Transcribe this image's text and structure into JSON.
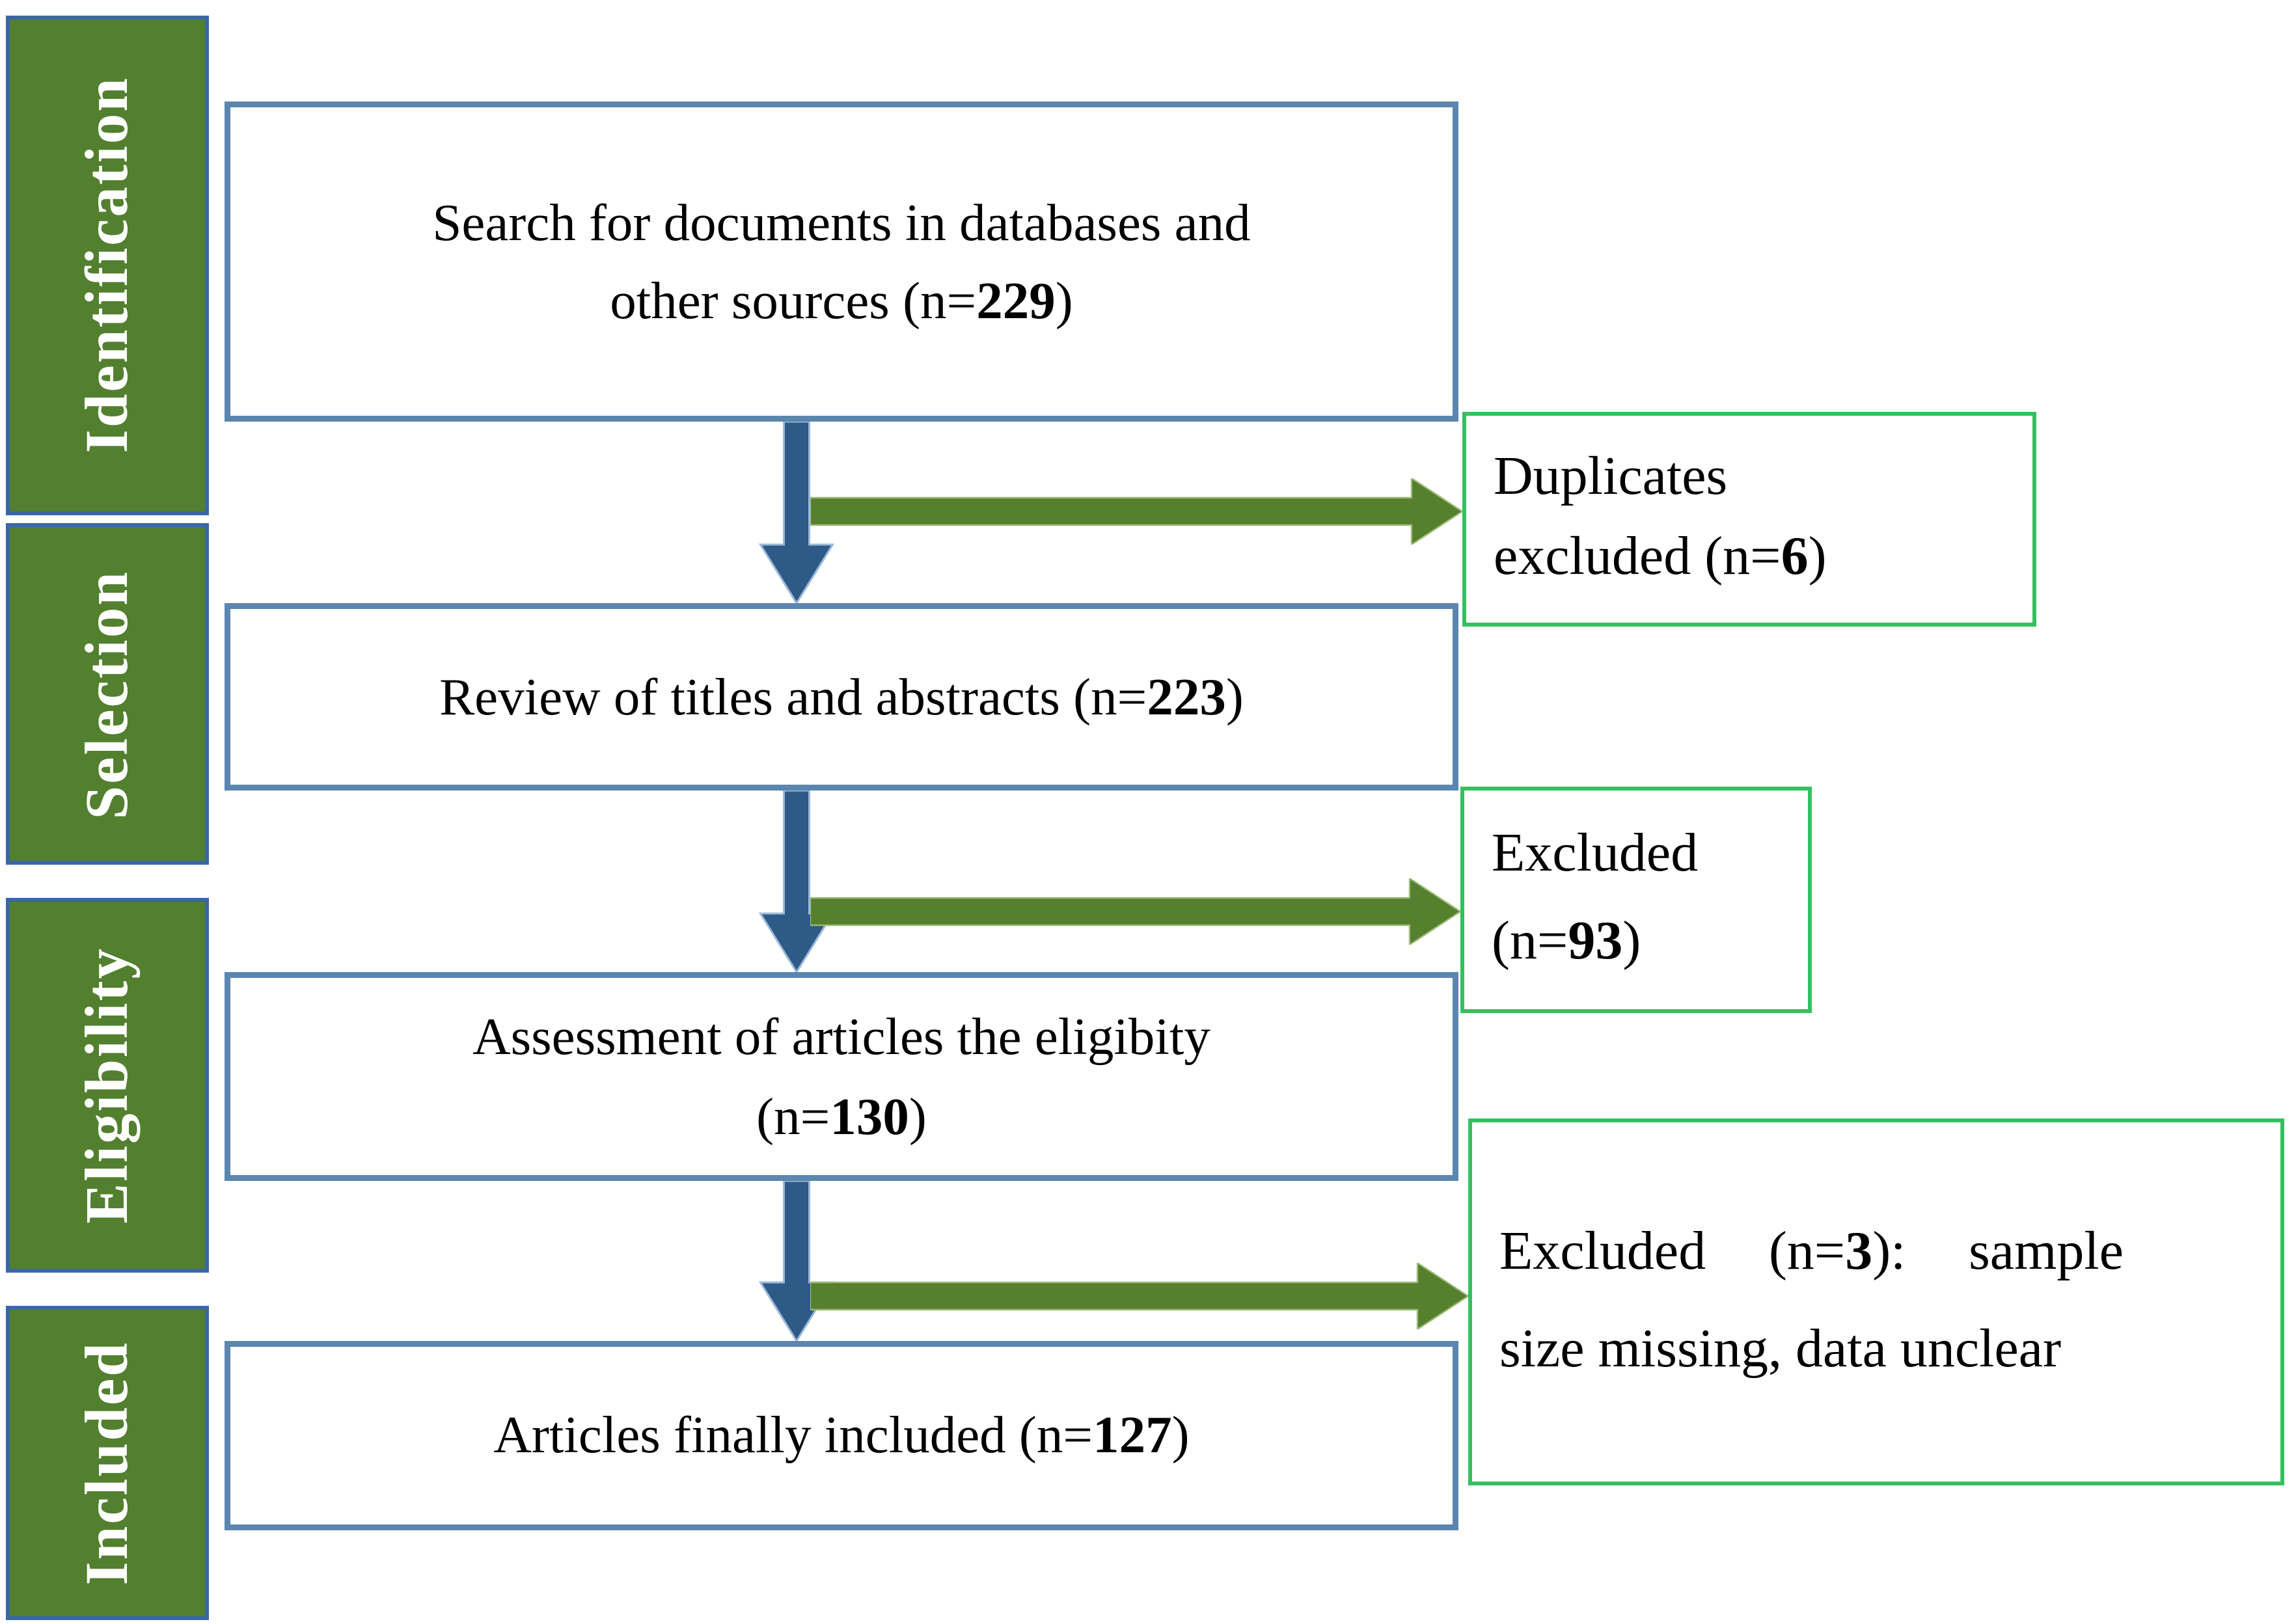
{
  "sidebar": {
    "stages": [
      {
        "label": "Identification"
      },
      {
        "label": "Selection"
      },
      {
        "label": "Eligibility"
      },
      {
        "label": "Included"
      }
    ]
  },
  "flow": {
    "main_boxes": [
      {
        "name": "search-databases",
        "n": "229",
        "lines": [
          [
            {
              "t": "Search for documents in databases and"
            }
          ],
          [
            {
              "t": "other sources (n="
            },
            {
              "t": "229",
              "b": true
            },
            {
              "t": ")"
            }
          ]
        ]
      },
      {
        "name": "review-titles-abstracts",
        "n": "223",
        "lines": [
          [
            {
              "t": "Review of titles and abstracts (n="
            },
            {
              "t": "223",
              "b": true
            },
            {
              "t": ")"
            }
          ]
        ]
      },
      {
        "name": "assessment-eligibility",
        "n": "130",
        "lines": [
          [
            {
              "t": "Assessment of articles the eligibity"
            }
          ],
          [
            {
              "t": "(n="
            },
            {
              "t": "130",
              "b": true
            },
            {
              "t": ")"
            }
          ]
        ]
      },
      {
        "name": "articles-included",
        "n": "127",
        "lines": [
          [
            {
              "t": "Articles finally included (n="
            },
            {
              "t": "127",
              "b": true
            },
            {
              "t": ")"
            }
          ]
        ]
      }
    ],
    "side_boxes": [
      {
        "name": "duplicates-excluded",
        "n": "6",
        "lines": [
          [
            {
              "t": "Duplicates"
            }
          ],
          [
            {
              "t": "excluded (n="
            },
            {
              "t": "6",
              "b": true
            },
            {
              "t": ")"
            }
          ]
        ]
      },
      {
        "name": "excluded-titles",
        "n": "93",
        "lines": [
          [
            {
              "t": "Excluded"
            }
          ],
          [
            {
              "t": "(n="
            },
            {
              "t": "93",
              "b": true
            },
            {
              "t": ")"
            }
          ]
        ]
      },
      {
        "name": "excluded-eligibility",
        "n": "3",
        "lines": [
          [
            {
              "t": "Excluded (n="
            },
            {
              "t": "3",
              "b": true
            },
            {
              "t": "): sample"
            }
          ],
          [
            {
              "t": "size missing, data unclear"
            }
          ]
        ]
      }
    ]
  },
  "colors": {
    "sidebar_fill": "#52802f",
    "sidebar_border": "#3a67a5",
    "blue_border": "#5b86ae",
    "green_border": "#35c05f",
    "blue_arrow": "#2d5a87",
    "green_arrow": "#567f2e",
    "text": "#000000",
    "background": "#ffffff"
  }
}
